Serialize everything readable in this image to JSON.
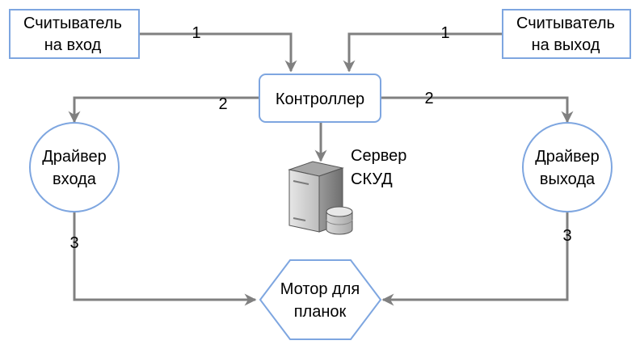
{
  "colors": {
    "node_border": "#7ea6e0",
    "edge": "#808080",
    "text": "#000000",
    "background": "#ffffff"
  },
  "nodes": {
    "entry_reader": {
      "line1": "Считыватель",
      "line2": "на вход"
    },
    "exit_reader": {
      "line1": "Считыватель",
      "line2": "на выход"
    },
    "controller": {
      "label": "Контроллер"
    },
    "entry_driver": {
      "line1": "Драйвер",
      "line2": "входа"
    },
    "exit_driver": {
      "line1": "Драйвер",
      "line2": "выхода"
    },
    "server": {
      "line1": "Сервер",
      "line2": "СКУД",
      "icon": "server-icon"
    },
    "motor": {
      "line1": "Мотор для",
      "line2": "планок"
    }
  },
  "edges": {
    "entry_reader_to_controller": "1",
    "exit_reader_to_controller": "1",
    "controller_to_entry_driver": "2",
    "controller_to_exit_driver": "2",
    "entry_driver_to_motor": "3",
    "exit_driver_to_motor": "3"
  }
}
